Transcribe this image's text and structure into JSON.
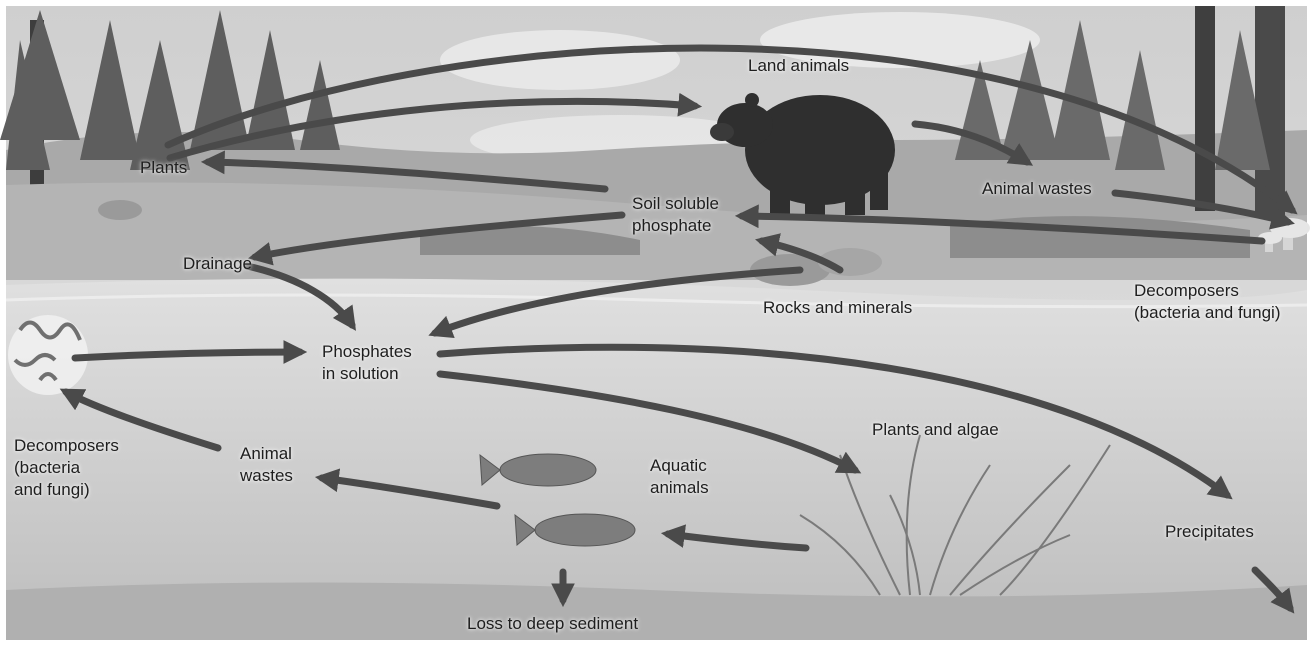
{
  "labels": {
    "land_animals": "Land animals",
    "plants": "Plants",
    "soil_line1": "Soil soluble",
    "soil_line2": "phosphate",
    "animal_wastes_land": "Animal wastes",
    "drainage": "Drainage",
    "rocks": "Rocks and minerals",
    "decomp_land_line1": "Decomposers",
    "decomp_land_line2": "(bacteria and fungi)",
    "phos_line1": "Phosphates",
    "phos_line2": "in solution",
    "plants_algae": "Plants and algae",
    "decomp_water_line1": "Decomposers",
    "decomp_water_line2": "(bacteria",
    "decomp_water_line3": "and fungi)",
    "animal_wastes_water_line1": "Animal",
    "animal_wastes_water_line2": "wastes",
    "aquatic_line1": "Aquatic",
    "aquatic_line2": "animals",
    "precipitates": "Precipitates",
    "loss": "Loss to deep sediment"
  },
  "colors": {
    "arrow": "#4a4a4a",
    "sky": "#d9d9d9",
    "forest": "#7a7a7a",
    "water": "#c9c9c9",
    "sediment": "#b9b9b9"
  },
  "icons": [
    "bear-icon",
    "fish-icon",
    "worm-icon",
    "mushroom-icon",
    "tree-icon",
    "algae-icon"
  ]
}
